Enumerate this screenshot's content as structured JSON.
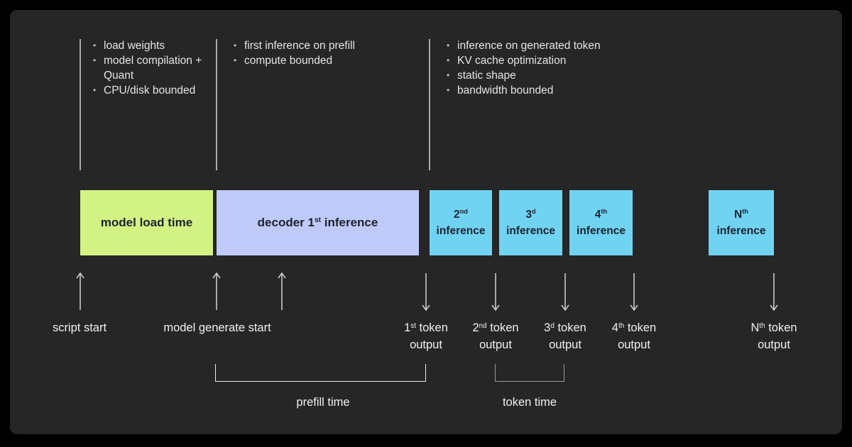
{
  "colors": {
    "page_bg": "#000000",
    "panel_bg": "#262626",
    "model_load_fill": "#d3f284",
    "decoder_fill": "#c0caf8",
    "inference_fill": "#70d3f2",
    "box_text": "#1c222e",
    "note_text": "#e6e6e6",
    "label_text": "#f1f1f1",
    "divider": "#a9a9a9",
    "arrow": "#c9c9c9",
    "bracket_prefill": "#ececec",
    "bracket_token": "#9a9a9a"
  },
  "notes": [
    {
      "items": [
        "load weights",
        "model compilation + Quant",
        "CPU/disk bounded"
      ]
    },
    {
      "items": [
        "first inference on prefill",
        "compute bounded"
      ]
    },
    {
      "items": [
        "inference on generated token",
        "KV cache optimization",
        "static shape",
        "bandwidth bounded"
      ]
    }
  ],
  "boxes": {
    "model_load": {
      "label": "model load time"
    },
    "decoder_first": {
      "pre": "decoder 1",
      "sup": "st",
      "post": " inference"
    },
    "inference_2": {
      "num": "2",
      "sup": "nd",
      "word": "inference"
    },
    "inference_3": {
      "num": "3",
      "sup": "d",
      "word": "inference"
    },
    "inference_4": {
      "num": "4",
      "sup": "th",
      "word": "inference"
    },
    "inference_n": {
      "num": "N",
      "sup": "th",
      "word": "inference"
    }
  },
  "events": {
    "script_start": "script start",
    "model_generate_start": "model generate start",
    "token_outputs": [
      {
        "num": "1",
        "sup": "st",
        "after": " token",
        "line2": "output"
      },
      {
        "num": "2",
        "sup": "nd",
        "after": " token",
        "line2": "output"
      },
      {
        "num": "3",
        "sup": "d",
        "after": " token",
        "line2": "output"
      },
      {
        "num": "4",
        "sup": "th",
        "after": " token",
        "line2": "output"
      },
      {
        "num": "N",
        "sup": "th",
        "after": " token",
        "line2": "output"
      }
    ]
  },
  "brackets": {
    "prefill_label": "prefill time",
    "token_label": "token time"
  }
}
